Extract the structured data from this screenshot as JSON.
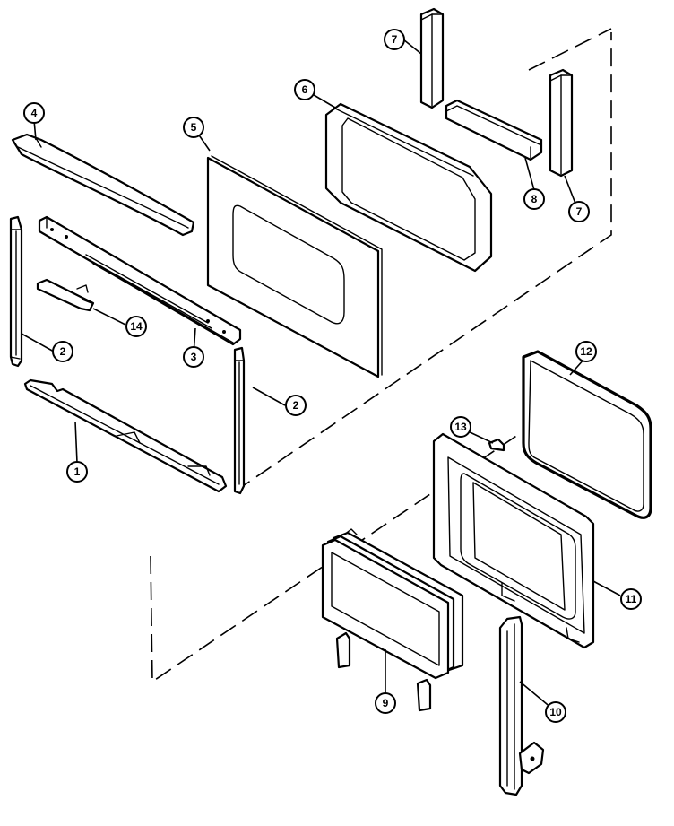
{
  "callouts": {
    "c1": "1",
    "c2a": "2",
    "c2b": "2",
    "c3": "3",
    "c4": "4",
    "c5": "5",
    "c6": "6",
    "c7a": "7",
    "c7b": "7",
    "c8": "8",
    "c9": "9",
    "c10": "10",
    "c11": "11",
    "c12": "12",
    "c13": "13",
    "c14": "14"
  },
  "line_color": "#000000",
  "background_color": "#ffffff"
}
